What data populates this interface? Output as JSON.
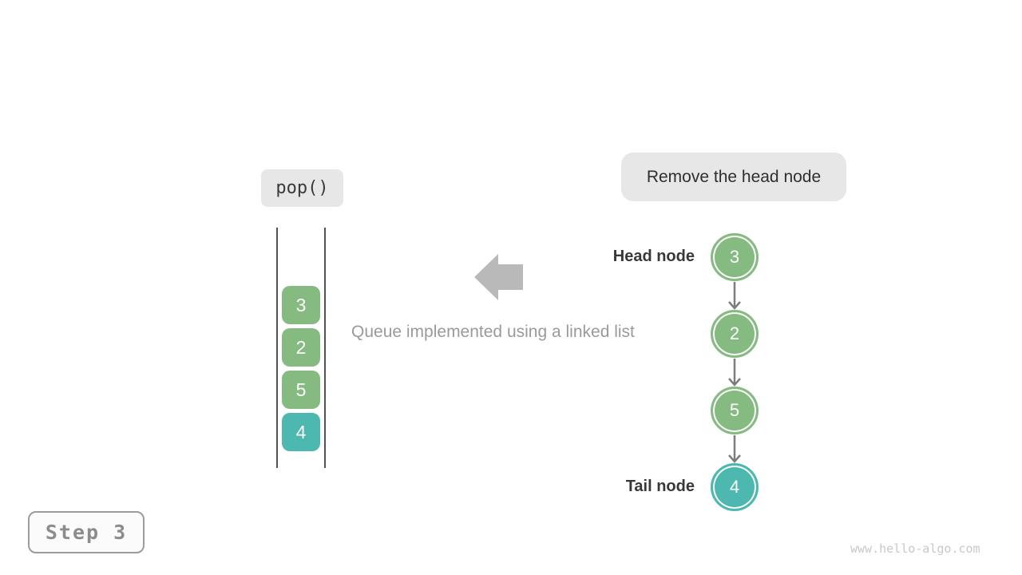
{
  "labels": {
    "operation": "pop()",
    "caption": "Remove the head node",
    "queue_caption": "Queue implemented using a linked list",
    "head_label": "Head node",
    "tail_label": "Tail node",
    "step_label": "Step 3",
    "watermark": "www.hello-algo.com"
  },
  "queue_stack": {
    "items": [
      {
        "value": "3",
        "color": "#85bb81"
      },
      {
        "value": "2",
        "color": "#85bb81"
      },
      {
        "value": "5",
        "color": "#85bb81"
      },
      {
        "value": "4",
        "color": "#4cb8af"
      }
    ]
  },
  "linked_list": {
    "nodes": [
      {
        "value": "3",
        "color": "#85bb81",
        "role": "head"
      },
      {
        "value": "2",
        "color": "#85bb81",
        "role": ""
      },
      {
        "value": "5",
        "color": "#85bb81",
        "role": ""
      },
      {
        "value": "4",
        "color": "#4cb8af",
        "role": "tail"
      }
    ]
  },
  "colors": {
    "node_green": "#85bb81",
    "node_teal": "#4cb8af",
    "pill_background": "#e7e7e7",
    "big_arrow_gray": "#b9b9b9",
    "link_arrow_gray": "#7d7d7d",
    "stack_line_gray": "#525252"
  }
}
